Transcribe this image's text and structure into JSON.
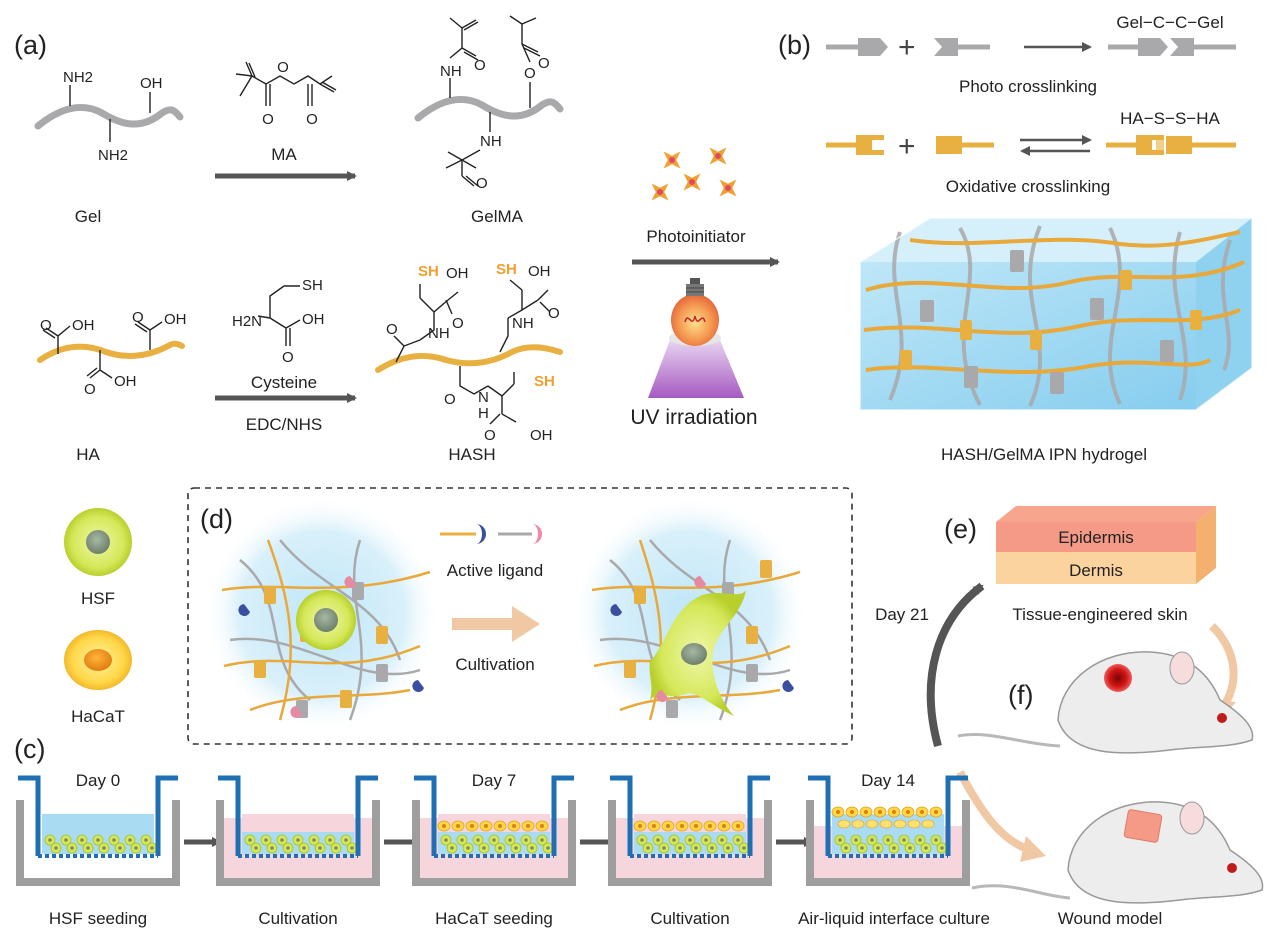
{
  "panels": {
    "a": "(a)",
    "b": "(b)",
    "c": "(c)",
    "d": "(d)",
    "e": "(e)",
    "f": "(f)"
  },
  "panel_a": {
    "gel": "Gel",
    "gelma": "GelMA",
    "ha": "HA",
    "hash": "HASH",
    "ma": "MA",
    "cysteine": "Cysteine",
    "edc_nhs": "EDC/NHS",
    "photoinitiator": "Photoinitiator",
    "uv": "UV irradiation",
    "nh2": "NH2",
    "oh": "OH",
    "nh": "NH",
    "o": "O",
    "sh": "SH",
    "h2n": "H2N",
    "n": "N",
    "h": "H"
  },
  "panel_b": {
    "photo_product": "Gel−C−C−Gel",
    "photo": "Photo crosslinking",
    "ox_product": "HA−S−S−HA",
    "ox": "Oxidative crosslinking",
    "hydrogel": "HASH/GelMA IPN hydrogel"
  },
  "panel_d": {
    "hsf": "HSF",
    "hacat": "HaCaT",
    "ligand": "Active ligand",
    "cultivation": "Cultivation"
  },
  "panel_c": {
    "day0": "Day 0",
    "day7": "Day 7",
    "day14": "Day 14",
    "steps": [
      "HSF seeding",
      "Cultivation",
      "HaCaT seeding",
      "Cultivation",
      "Air-liquid interface culture"
    ]
  },
  "panel_ef": {
    "epidermis": "Epidermis",
    "dermis": "Dermis",
    "tes": "Tissue-engineered skin",
    "day21": "Day 21",
    "wound": "Wound model"
  },
  "colors": {
    "gelatin": "#a9a9ab",
    "ha": "#e8b040",
    "thiol": "#f0a030",
    "well_blue": "#1f6fb5",
    "medium_pink": "#f6d6dc",
    "gel_blue": "#a9dcf2",
    "arrow": "#555555"
  }
}
